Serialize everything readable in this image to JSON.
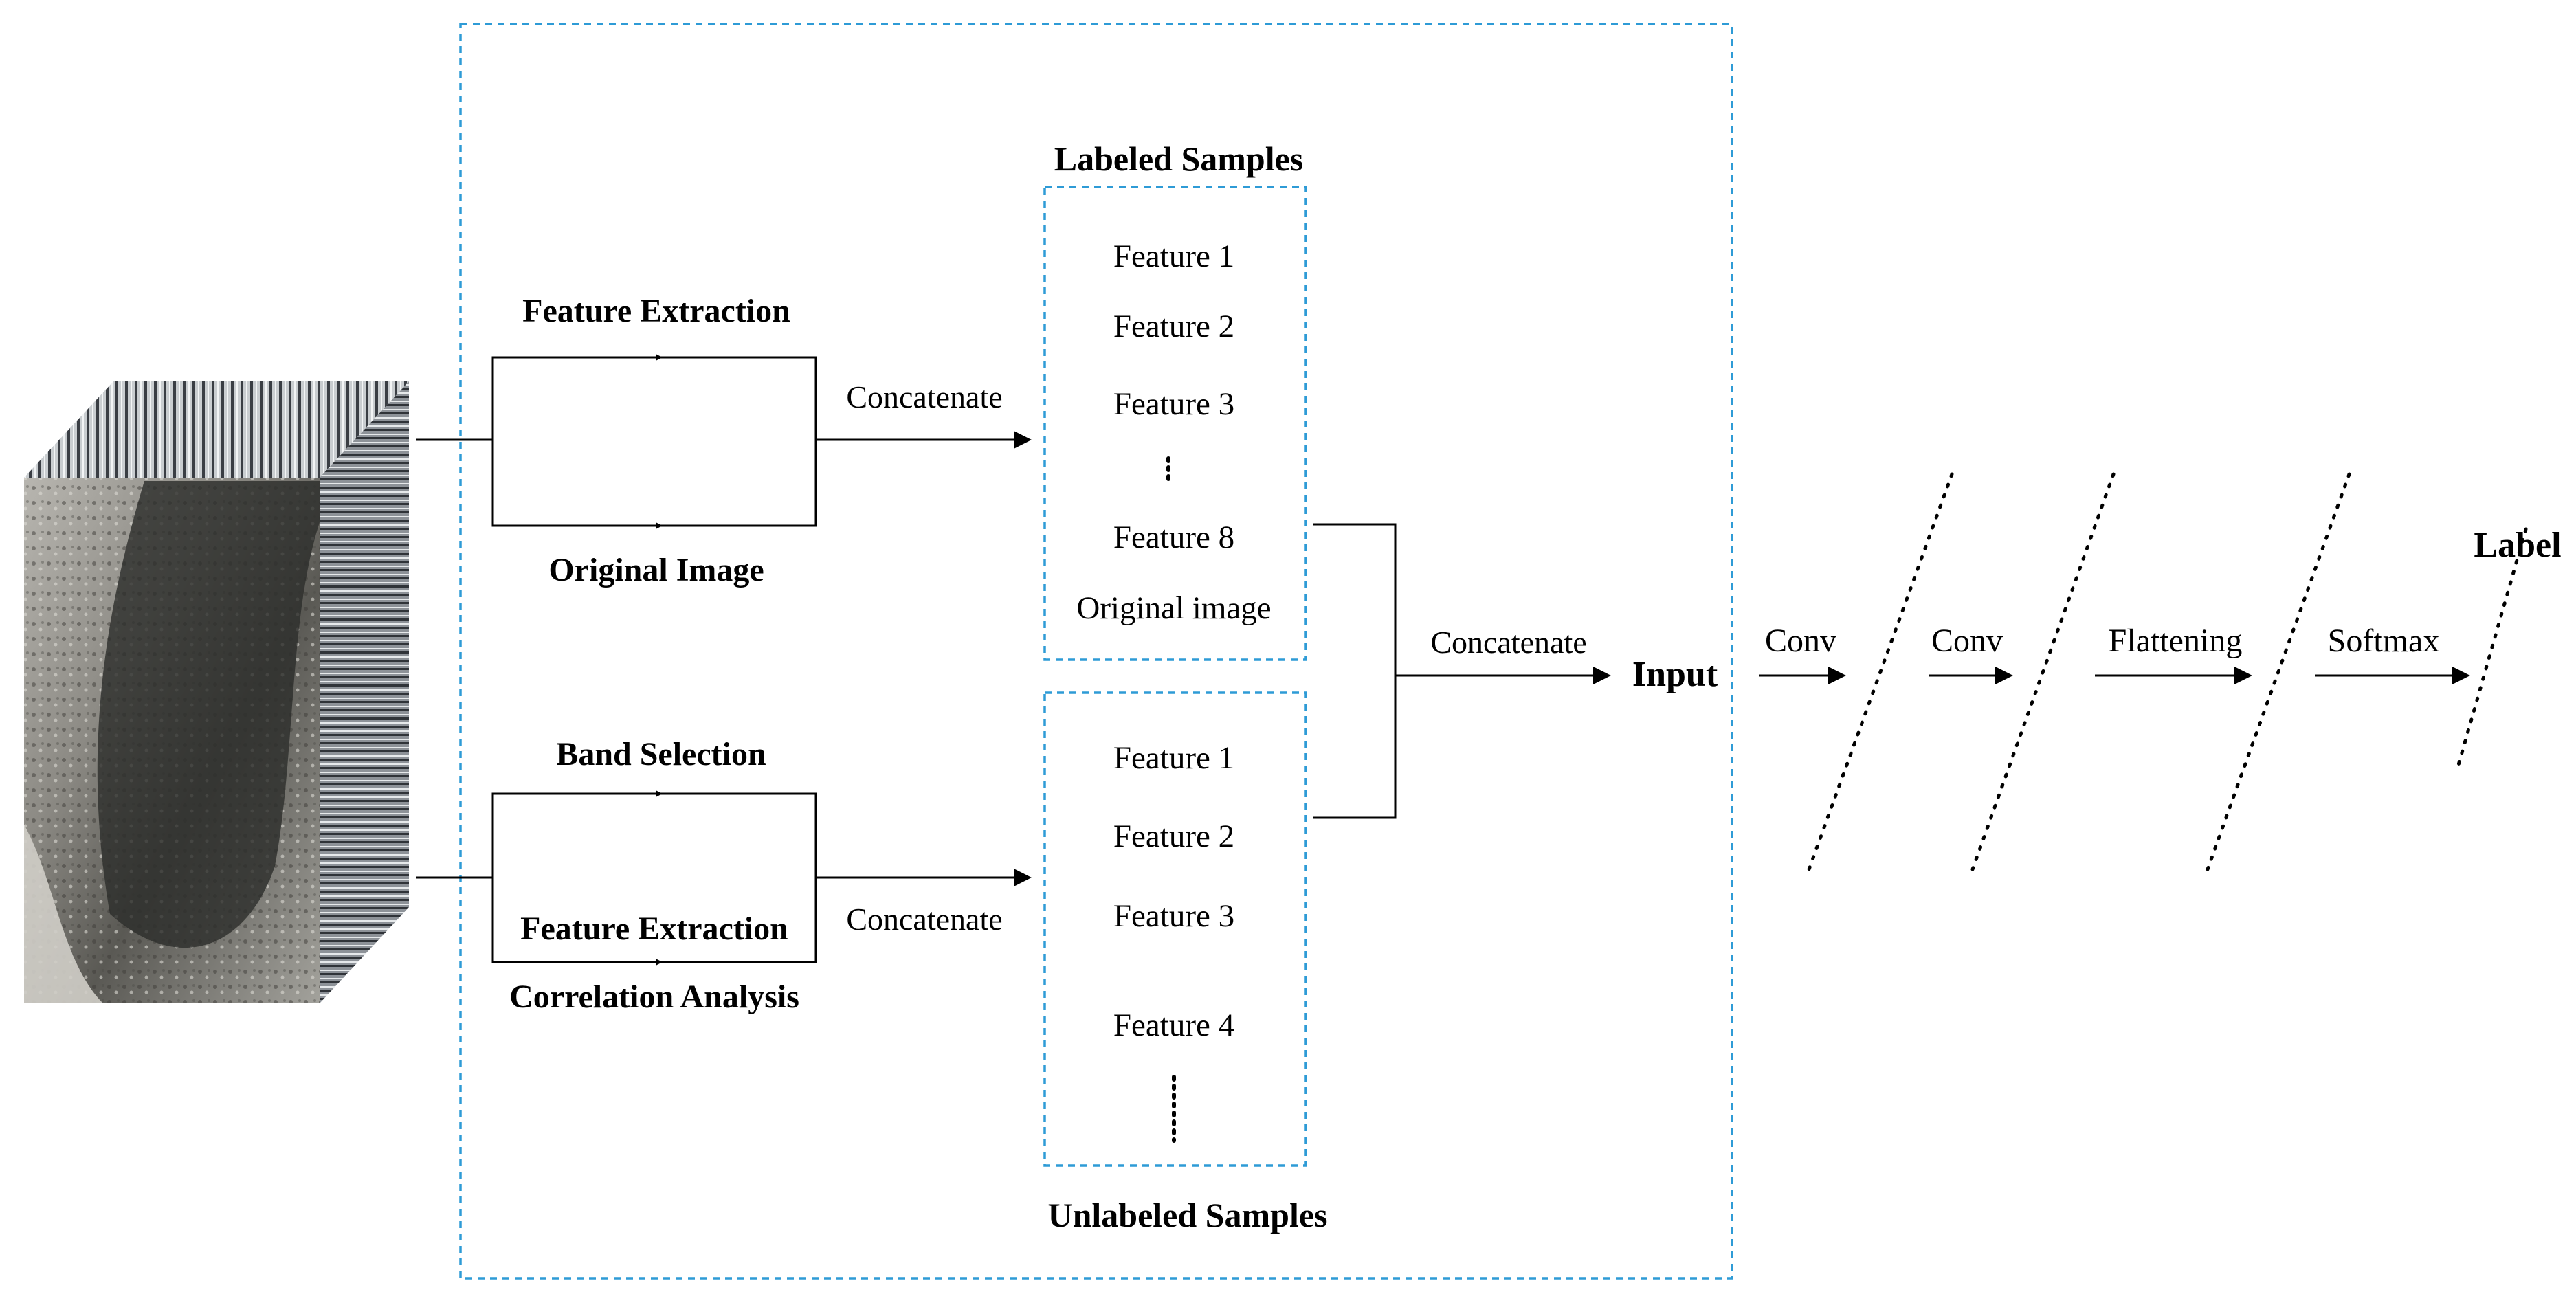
{
  "feature_extraction_top": "Feature Extraction",
  "original_image_label": "Original Image",
  "band_selection": "Band Selection",
  "feature_extraction_bottom": "Feature Extraction",
  "correlation_analysis": "Correlation Analysis",
  "concatenate_top": "Concatenate",
  "concatenate_bottom": "Concatenate",
  "concatenate_merge": "Concatenate",
  "labeled": {
    "title": "Labeled Samples",
    "items": [
      "Feature 1",
      "Feature 2",
      "Feature 3",
      "Feature 8",
      "Original image"
    ]
  },
  "unlabeled": {
    "title": "Unlabeled Samples",
    "items": [
      "Feature 1",
      "Feature 2",
      "Feature 3",
      "Feature 4"
    ]
  },
  "input_label": "Input",
  "network": {
    "conv1": "Conv",
    "conv2": "Conv",
    "flattening": "Flattening",
    "softmax": "Softmax",
    "label": "Label"
  },
  "colors": {
    "dashed_border": "#2e9bd6"
  }
}
